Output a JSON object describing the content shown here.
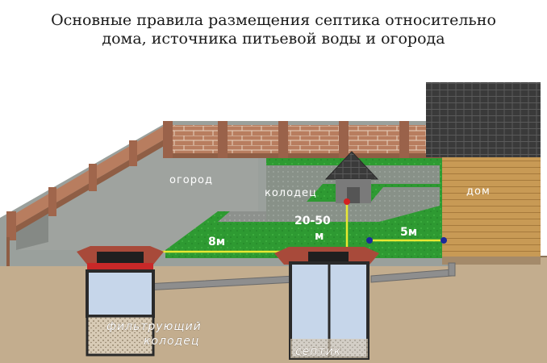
{
  "title": {
    "line1": "Основные правила размещения септика относительно",
    "line2": "дома, источника питьевой воды и огорода"
  },
  "labels": {
    "garden": "огород",
    "well": "колодец",
    "house": "дом",
    "filter_well_line1": "фильтрующий",
    "filter_well_line2": "колодец",
    "septic": "септик"
  },
  "distances": {
    "to_filter_well": "8м",
    "to_well_line1": "20-50",
    "to_well_line2": "м",
    "to_house": "5м"
  },
  "colors": {
    "lawn": "#2e9a32",
    "fence_brick": "#b87d5f",
    "soil": "#bfa88a",
    "paving": "#8c8f8c",
    "house_wall": "#c89a55",
    "roof": "#3a3a3a",
    "measure_line": "#e8e832",
    "marker_red": "#d42020",
    "marker_blue": "#1a2a9a"
  }
}
